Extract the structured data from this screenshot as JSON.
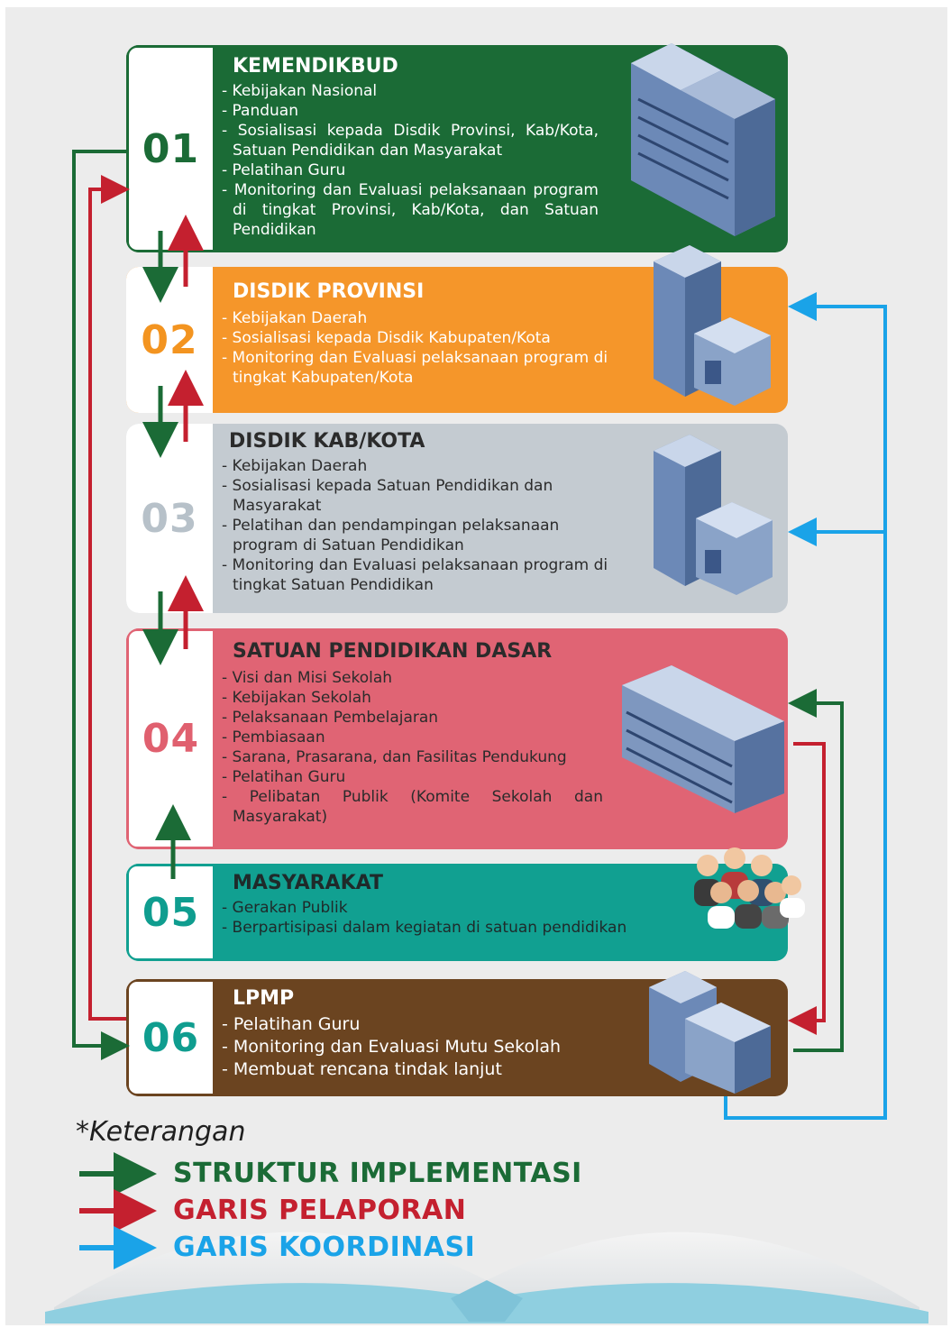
{
  "steps": [
    {
      "num": "01",
      "title": "KEMENDIKBUD",
      "items": [
        "Kebijakan Nasional",
        "Panduan",
        "Sosialisasi kepada Disdik Provinsi, Kab/Kota, Satuan Pendidikan dan Masyarakat",
        "Pelatihan Guru",
        "Monitoring dan Evaluasi pelaksanaan program di tingkat Provinsi, Kab/Kota, dan Satuan Pendidikan"
      ],
      "color": "#1b6b36",
      "num_color": "#1b6b36",
      "icon": "office-building-icon"
    },
    {
      "num": "02",
      "title": "DISDIK PROVINSI",
      "items": [
        "Kebijakan Daerah",
        "Sosialisasi kepada Disdik Kabupaten/Kota",
        "Monitoring dan Evaluasi pelaksanaan program di tingkat Kabupaten/Kota"
      ],
      "color": "#f5962a",
      "num_color": "#f39420",
      "icon": "office-building-icon"
    },
    {
      "num": "03",
      "title": "DISDIK KAB/KOTA",
      "items": [
        "Kebijakan Daerah",
        "Sosialisasi kepada Satuan Pendidikan dan Masyarakat",
        "Pelatihan dan pendampingan pelaksanaan program di Satuan Pendidikan",
        "Monitoring dan Evaluasi pelaksanaan program di tingkat Satuan Pendidikan"
      ],
      "color": "#c4cbd1",
      "num_color": "#b7c1c9",
      "icon": "office-building-icon"
    },
    {
      "num": "04",
      "title": "SATUAN PENDIDIKAN DASAR",
      "items": [
        "Visi dan Misi Sekolah",
        "Kebijakan Sekolah",
        "Pelaksanaan Pembelajaran",
        "Pembiasaan",
        "Sarana, Prasarana, dan Fasilitas Pendukung",
        "Pelatihan Guru",
        "Pelibatan Publik (Komite Sekolah dan Masyarakat)"
      ],
      "color": "#e06474",
      "num_color": "#e0606f",
      "icon": "school-building-icon"
    },
    {
      "num": "05",
      "title": "MASYARAKAT",
      "items": [
        "Gerakan Publik",
        "Berpartisipasi dalam kegiatan di satuan pendidikan"
      ],
      "color": "#11a091",
      "num_color": "#0f9d8f",
      "icon": "people-group-icon"
    },
    {
      "num": "06",
      "title": "LPMP",
      "items": [
        "Pelatihan Guru",
        "Monitoring dan Evaluasi Mutu Sekolah",
        "Membuat rencana tindak lanjut"
      ],
      "color": "#6b4420",
      "num_color": "#0f9d8f",
      "icon": "office-building-icon"
    }
  ],
  "legend": {
    "title": "*Keterangan",
    "items": [
      {
        "label": "STRUKTUR IMPLEMENTASI",
        "color": "#1b6b36"
      },
      {
        "label": "GARIS PELAPORAN",
        "color": "#c4202f"
      },
      {
        "label": "GARIS KOORDINASI",
        "color": "#1aa3e8"
      }
    ]
  }
}
